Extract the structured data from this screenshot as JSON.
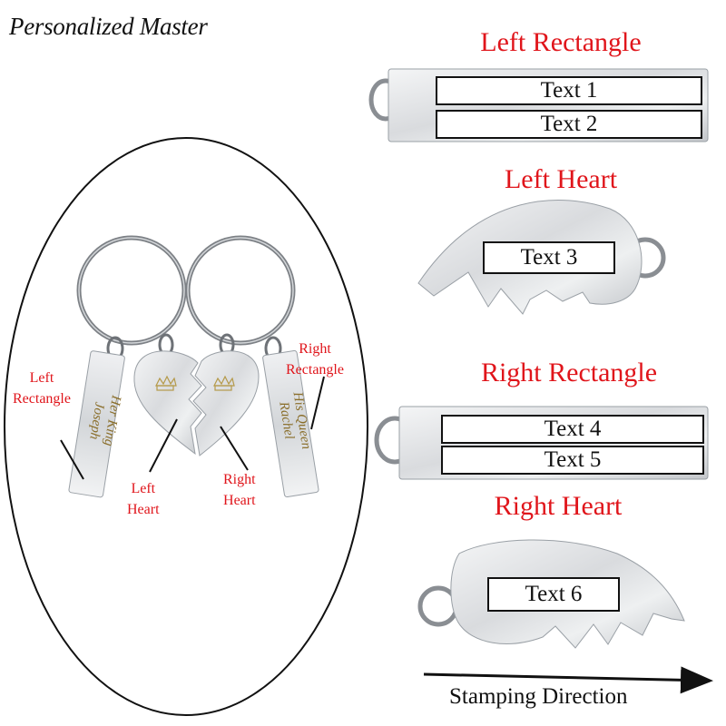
{
  "brand": "Personalized Master",
  "sections": {
    "left_rectangle": "Left Rectangle",
    "left_heart": "Left Heart",
    "right_rectangle": "Right Rectangle",
    "right_heart": "Right Heart"
  },
  "text_fields": [
    "Text 1",
    "Text 2",
    "Text 3",
    "Text 4",
    "Text 5",
    "Text 6"
  ],
  "photo_callouts": {
    "left_rectangle": [
      "Left",
      "Rectangle"
    ],
    "left_heart": [
      "Left",
      "Heart"
    ],
    "right_heart": [
      "Right",
      "Heart"
    ],
    "right_rectangle": [
      "Right",
      "Rectangle"
    ]
  },
  "engravings": {
    "her_king": "Her King",
    "joseph": "Joseph",
    "his_queen": "His Queen",
    "rachel": "Rachel"
  },
  "stamping_direction": "Stamping Direction",
  "colors": {
    "accent_red": "#e0151b",
    "steel": "#c9ccd0",
    "ink": "#111111"
  }
}
